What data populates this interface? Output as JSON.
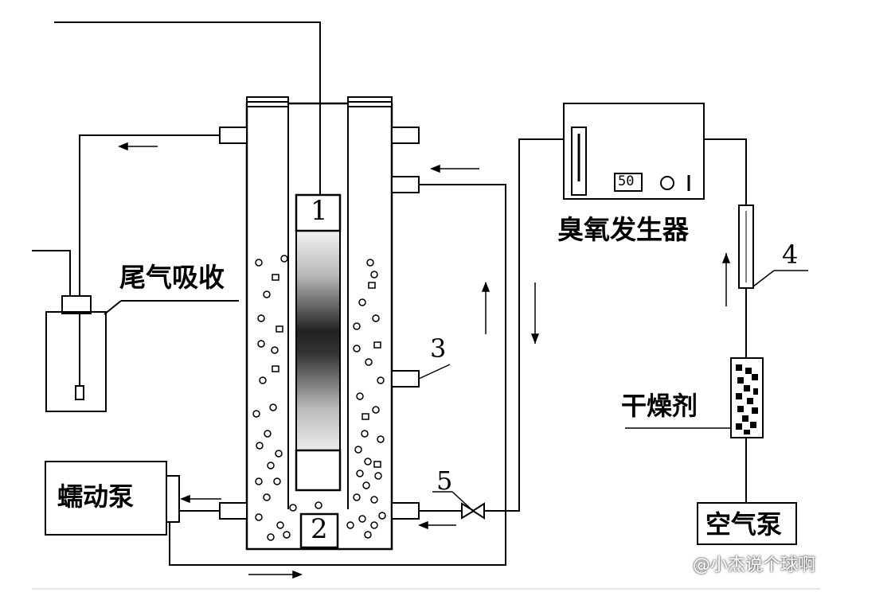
{
  "labels": {
    "tail_gas_absorption": "尾气吸收",
    "peristaltic_pump": "蠕动泵",
    "ozone_generator": "臭氧发生器",
    "desiccant": "干燥剂",
    "air_pump": "空气泵",
    "num_1": "1",
    "num_2": "2",
    "num_3": "3",
    "num_4": "4",
    "num_5": "5",
    "display_value": "50",
    "display_switch": "I"
  },
  "watermark": "@小杰说个球啊"
}
